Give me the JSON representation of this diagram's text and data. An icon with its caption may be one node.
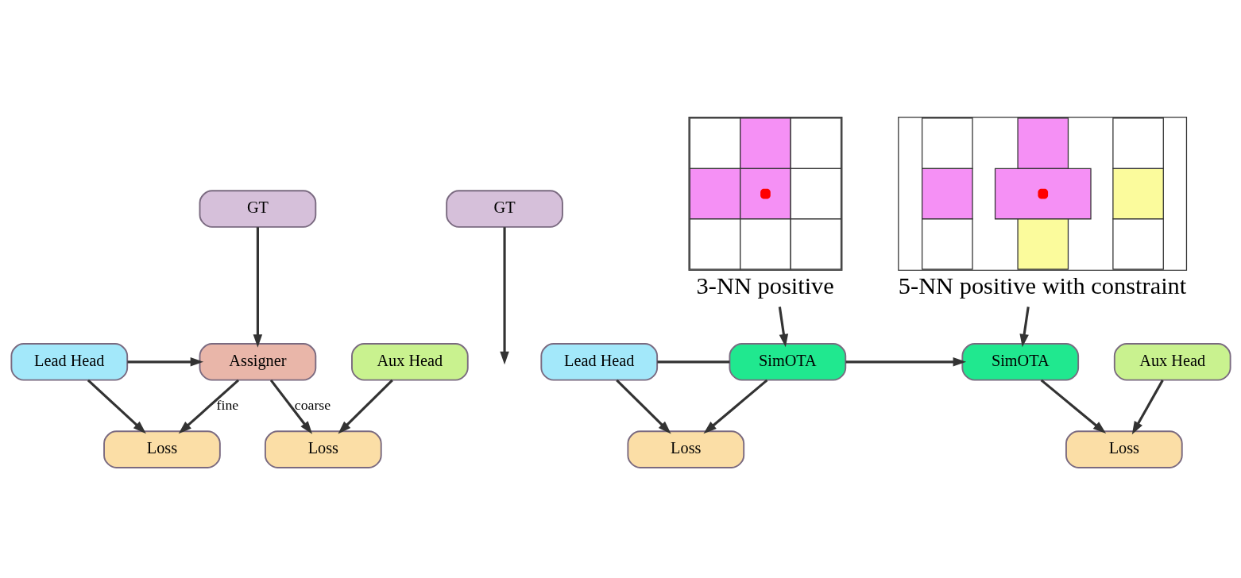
{
  "diagram": {
    "nodes": [
      {
        "text": [
          "GT"
        ]
      },
      {
        "text": [
          "Assigner"
        ]
      },
      {
        "text": [
          "Lead Head"
        ]
      },
      {
        "text": [
          "Loss"
        ]
      },
      {
        "text": [
          "Aux Head"
        ]
      },
      {
        "text": [
          "Loss"
        ]
      },
      {
        "text": [
          "GT"
        ]
      },
      {
        "text": [
          "3-NN positive"
        ]
      },
      {
        "text": [
          "5-NN positive with constraint"
        ]
      },
      {
        "text": [
          "Lead Head"
        ]
      },
      {
        "text": [
          "SimOTA"
        ]
      },
      {
        "text": [
          "SimOTA"
        ]
      },
      {
        "text": [
          "Loss"
        ]
      },
      {
        "text": [
          "Loss"
        ]
      },
      {
        "text": [
          "Aux Head"
        ]
      }
    ],
    "edges": [
      {
        "from": 0,
        "to": 1,
        "arrow": "to"
      },
      {
        "from": 2,
        "to": 1,
        "arrow": "to"
      },
      {
        "from": 1,
        "to": 3,
        "arrow": "to",
        "label": "fine"
      },
      {
        "from": 2,
        "to": 3,
        "arrow": "to"
      },
      {
        "from": 4,
        "to": 5,
        "arrow": "to"
      },
      {
        "from": 1,
        "to": 5,
        "arrow": "to",
        "label": "coarse"
      },
      {
        "from": 6,
        "to": null,
        "arrow": "to"
      },
      {
        "from": 7,
        "to": 10,
        "arrow": "to"
      },
      {
        "from": 8,
        "to": 11,
        "arrow": "to"
      },
      {
        "from": 9,
        "to": 10,
        "arrow": "none"
      },
      {
        "from": 10,
        "to": 11,
        "arrow": "to"
      },
      {
        "from": 9,
        "to": 12,
        "arrow": "to"
      },
      {
        "from": 10,
        "to": 12,
        "arrow": "to"
      },
      {
        "from": 11,
        "to": 13,
        "arrow": "to"
      },
      {
        "from": 14,
        "to": 13,
        "arrow": "to"
      }
    ]
  }
}
